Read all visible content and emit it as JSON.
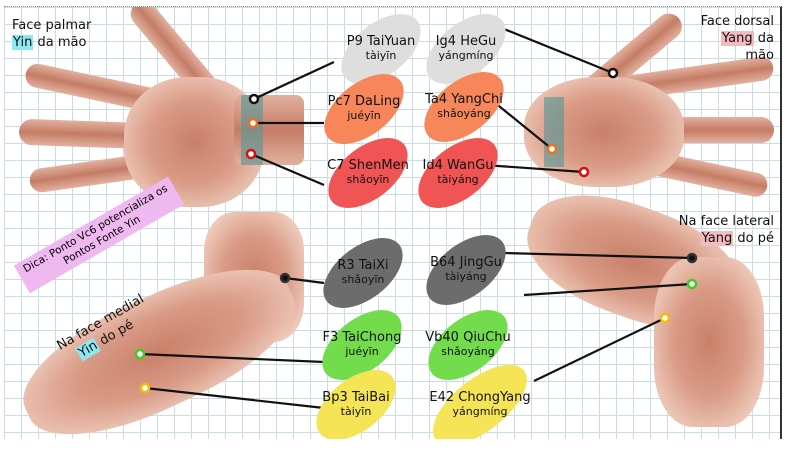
{
  "labels": {
    "palmar_title": "Face palmar",
    "palmar_yin": "Yin",
    "palmar_rest": "da mão",
    "dorsal_title": "Face dorsal",
    "dorsal_yang": "Yang",
    "dorsal_rest1": "da",
    "dorsal_rest2": "mão",
    "lateral_title": "Na face lateral",
    "lateral_yang": "Yang",
    "lateral_rest": "do pé",
    "medial_title": "Na face medial",
    "medial_yin": "Yin",
    "medial_rest": "do pé",
    "tip": "Dica: Ponto Vc6 potencializa os Pontos Fonte Yin"
  },
  "points": [
    {
      "name": "P9 TaiYuan",
      "meridian": "tàiyīn",
      "color": "#dedede"
    },
    {
      "name": "Ig4 HeGu",
      "meridian": "yángmíng",
      "color": "#dedede"
    },
    {
      "name": "Pc7 DaLing",
      "meridian": "juéyīn",
      "color": "#f7875a"
    },
    {
      "name": "Ta4 YangChi",
      "meridian": "shǎoyáng",
      "color": "#f7875a"
    },
    {
      "name": "C7 ShenMen",
      "meridian": "shǎoyīn",
      "color": "#f15454"
    },
    {
      "name": "Id4 WanGu",
      "meridian": "tàiyáng",
      "color": "#f15454"
    },
    {
      "name": "R3 TaiXi",
      "meridian": "shǎoyīn",
      "color": "#6c6c6c"
    },
    {
      "name": "B64 JingGu",
      "meridian": "tàiyáng",
      "color": "#6c6c6c"
    },
    {
      "name": "F3 TaiChong",
      "meridian": "juéyīn",
      "color": "#72dc4c"
    },
    {
      "name": "Vb40 QiuChu",
      "meridian": "shǎoyáng",
      "color": "#72dc4c"
    },
    {
      "name": "Bp3 TaiBai",
      "meridian": "tàiyīn",
      "color": "#f5e456"
    },
    {
      "name": "E42 ChongYang",
      "meridian": "yángmíng",
      "color": "#f5e456"
    }
  ]
}
